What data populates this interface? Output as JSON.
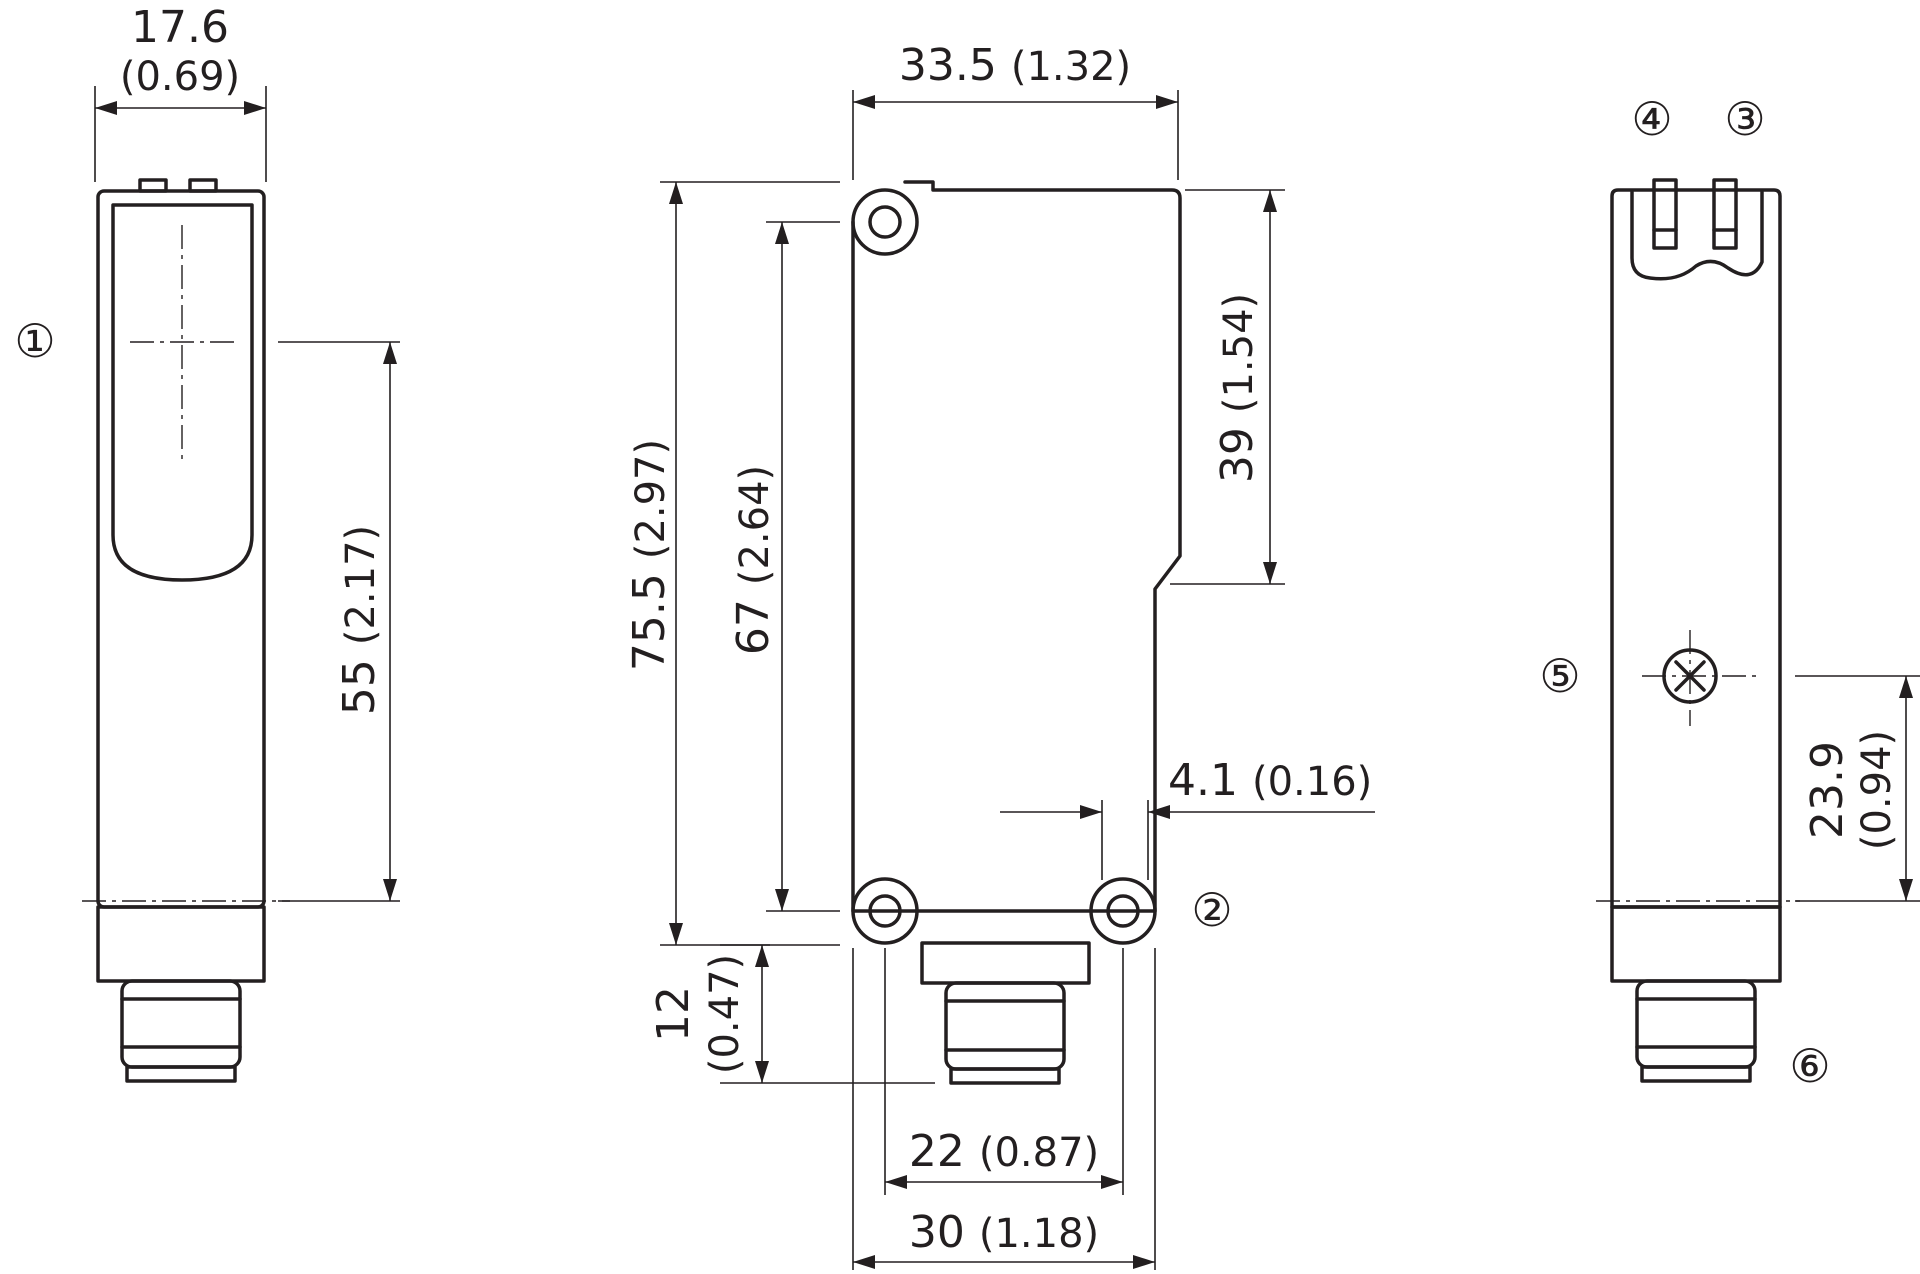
{
  "left_view": {
    "width_value": "17.6",
    "width_inch": "(0.69)",
    "axis_dim": "55",
    "axis_dim_inch": "(2.17)",
    "callout_1": "①"
  },
  "front_view": {
    "width_value": "33.5",
    "width_inch": "(1.32)",
    "height_total": "75.5",
    "height_total_inch": "(2.97)",
    "hole_spacing": "67",
    "hole_spacing_inch": "(2.64)",
    "step_height": "39",
    "step_height_inch": "(1.54)",
    "offset": "4.1",
    "offset_inch": "(0.16)",
    "connector_height": "12",
    "connector_height_inch": "(0.47)",
    "hole_distance": "22",
    "hole_distance_inch": "(0.87)",
    "bottom_width": "30",
    "bottom_width_inch": "(1.18)",
    "callout_2": "②"
  },
  "right_view": {
    "callout_3": "③",
    "callout_4": "④",
    "callout_5": "⑤",
    "callout_6": "⑥",
    "screw_height": "23.9",
    "screw_height_inch": "(0.94)"
  }
}
